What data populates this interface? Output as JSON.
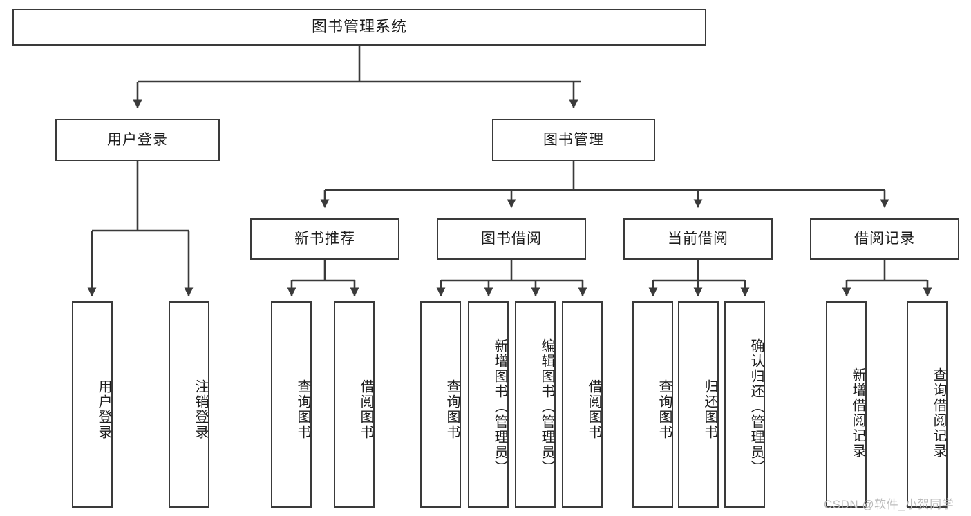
{
  "diagram": {
    "type": "tree-hierarchy-chart",
    "title_node": {
      "label": "图书管理系统"
    },
    "level2": [
      {
        "label": "用户登录"
      },
      {
        "label": "图书管理"
      }
    ],
    "level3": [
      {
        "label": "新书推荐"
      },
      {
        "label": "图书借阅"
      },
      {
        "label": "当前借阅"
      },
      {
        "label": "借阅记录"
      }
    ],
    "leaves": {
      "user_login": [
        {
          "label": "用户登录"
        },
        {
          "label": "注销登录"
        }
      ],
      "new_book_recommend": [
        {
          "label": "查询图书"
        },
        {
          "label": "借阅图书"
        }
      ],
      "book_borrow": [
        {
          "label": "查询图书"
        },
        {
          "label": "新增图书（管理员）"
        },
        {
          "label": "编辑图书（管理员）"
        },
        {
          "label": "借阅图书"
        }
      ],
      "current_borrow": [
        {
          "label": "查询图书"
        },
        {
          "label": "归还图书"
        },
        {
          "label": "确认归还（管理员）"
        }
      ],
      "borrow_record": [
        {
          "label": "新增借阅记录"
        },
        {
          "label": "查询借阅记录"
        }
      ]
    }
  },
  "watermark": {
    "text": "CSDN @软件_小贺同学"
  },
  "colors": {
    "stroke": "#3a3a3a",
    "text": "#1d1d1d",
    "background": "#ffffff",
    "watermark": "#bcbcbc"
  }
}
